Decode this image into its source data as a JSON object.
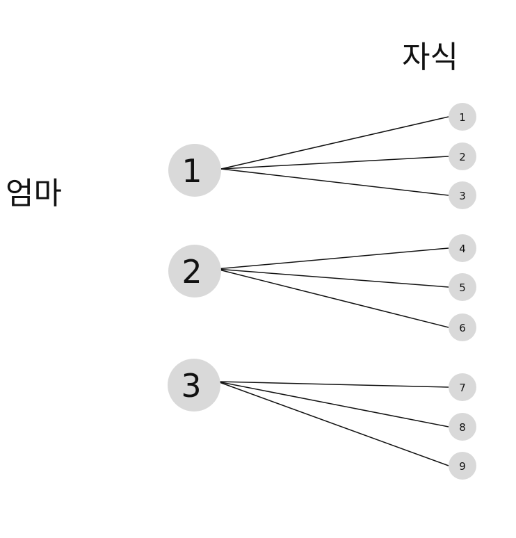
{
  "labels": {
    "parent": "엄마",
    "child": "자식"
  },
  "colors": {
    "node_fill": "#d9d9d9",
    "edge": "#111111",
    "text": "#111111"
  },
  "parents": [
    {
      "id": "1",
      "label": "1"
    },
    {
      "id": "2",
      "label": "2"
    },
    {
      "id": "3",
      "label": "3"
    }
  ],
  "children": [
    {
      "id": "1",
      "label": "1",
      "parent": "1"
    },
    {
      "id": "2",
      "label": "2",
      "parent": "1"
    },
    {
      "id": "3",
      "label": "3",
      "parent": "1"
    },
    {
      "id": "4",
      "label": "4",
      "parent": "2"
    },
    {
      "id": "5",
      "label": "5",
      "parent": "2"
    },
    {
      "id": "6",
      "label": "6",
      "parent": "2"
    },
    {
      "id": "7",
      "label": "7",
      "parent": "3"
    },
    {
      "id": "8",
      "label": "8",
      "parent": "3"
    },
    {
      "id": "9",
      "label": "9",
      "parent": "3"
    }
  ]
}
